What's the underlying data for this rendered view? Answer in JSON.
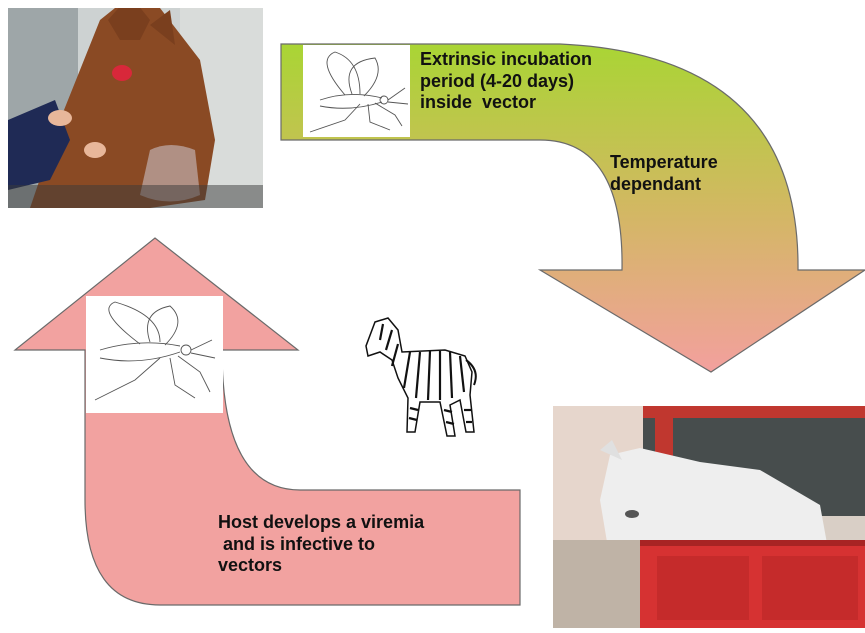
{
  "labels": {
    "incubation": [
      "Extrinsic incubation",
      "period (4-20 days)",
      "inside  vector"
    ],
    "temperature": [
      "Temperature",
      "dependant"
    ],
    "viremia": [
      "Host develops a viremia",
      " and is infective to",
      "vectors"
    ]
  },
  "icons": [
    "chestnut-horse-photo",
    "mosquito-vector-icon",
    "zebra-foal-icon",
    "white-horse-photo",
    "gnat-vector-icon"
  ],
  "colors": {
    "top_arrow_start": "#a9d534",
    "top_arrow_end": "#f3a09e",
    "bottom_arrow": "#f2a2a0",
    "arrow_outline": "#6a6a6a",
    "stable_door": "#d63232"
  }
}
